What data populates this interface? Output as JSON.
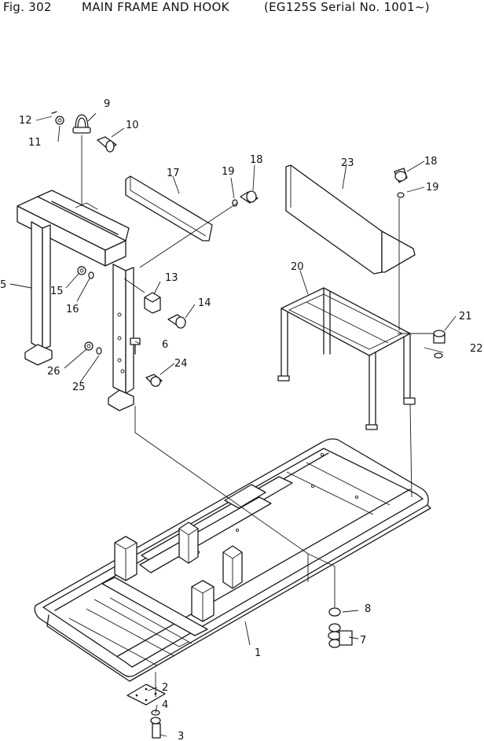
{
  "header": {
    "figure": "Fig. 302",
    "name": "MAIN FRAME AND HOOK",
    "applicability": "(EG125S Serial No. 1001~)"
  },
  "callouts": [
    "1",
    "2",
    "3",
    "4",
    "5",
    "6",
    "7",
    "8",
    "9",
    "10",
    "11",
    "12",
    "13",
    "14",
    "15",
    "16",
    "17",
    "18",
    "18",
    "19",
    "19",
    "20",
    "21",
    "22",
    "23",
    "24",
    "25",
    "26"
  ]
}
